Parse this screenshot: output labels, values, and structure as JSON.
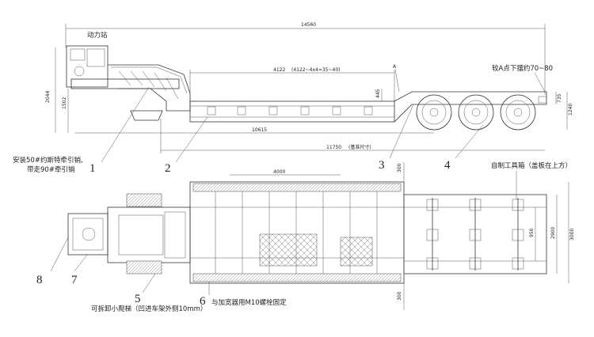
{
  "dimensions": {
    "overall_length": "14560",
    "deck_length": "4122",
    "deck_range": "(4122~4x4=35~40)",
    "length_10615": "10615",
    "length_11750": "11750",
    "length_11750_note": "(基准尺寸)",
    "height_2044": "2044",
    "height_1502": "1502",
    "height_445": "445",
    "height_735": "735",
    "height_1240": "1240",
    "ext_width": "4000",
    "width_3000": "3000",
    "width_2900": "2900",
    "width_950": "950",
    "end_300": "300"
  },
  "labels": {
    "power_station": "动力站",
    "kingpin_line1": "安装50#约斯特牵引销,",
    "kingpin_line2": "带走90#牵引销",
    "rear_swing": "较A点下摆约70~80",
    "toolbox": "自制工具箱（盖板在上方）",
    "ladder": "可拆卸小爬梯（凹进车架外侧10mm）",
    "bolt_fix": "与加宽器用M10螺栓固定",
    "point_a": "A"
  },
  "callouts": [
    "1",
    "2",
    "3",
    "4",
    "5",
    "6",
    "7",
    "8"
  ]
}
